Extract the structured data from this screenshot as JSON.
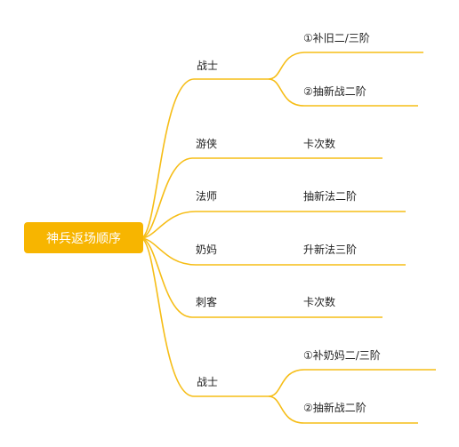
{
  "root": {
    "label": "神兵返场顺序"
  },
  "branches": [
    {
      "label": "战士",
      "children": [
        "①补旧二/三阶",
        "②抽新战二阶"
      ]
    },
    {
      "label": "游侠",
      "children": [
        "卡次数"
      ]
    },
    {
      "label": "法师",
      "children": [
        "抽新法二阶"
      ]
    },
    {
      "label": "奶妈",
      "children": [
        "升新法三阶"
      ]
    },
    {
      "label": "刺客",
      "children": [
        "卡次数"
      ]
    },
    {
      "label": "战士",
      "children": [
        "①补奶妈二/三阶",
        "②抽新战二阶"
      ]
    }
  ],
  "colors": {
    "accent": "#f6bd16",
    "root_fill": "#f7b500",
    "root_text": "#ffffff",
    "node_text": "#222222"
  }
}
